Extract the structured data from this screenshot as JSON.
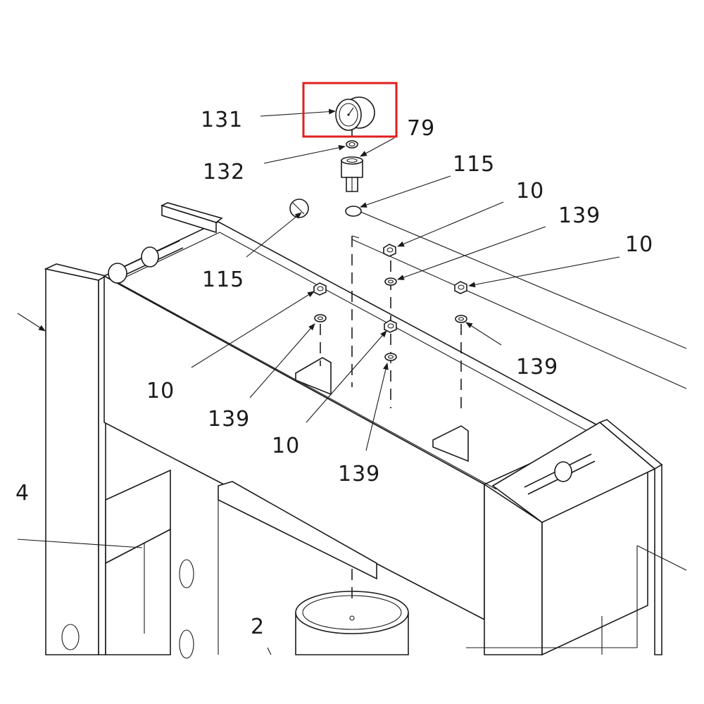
{
  "callouts": {
    "c131": "131",
    "c79": "79",
    "c132": "132",
    "c115a": "115",
    "c115b": "115",
    "c10a": "10",
    "c139a": "139",
    "c10b": "10",
    "c10c": "10",
    "c139b": "139",
    "c139c": "139",
    "c10d": "10",
    "c139d": "139",
    "c4": "4",
    "c2": "2"
  },
  "colors": {
    "highlight": "#e01e1e",
    "ink": "#1a1a1a",
    "background": "#ffffff"
  }
}
